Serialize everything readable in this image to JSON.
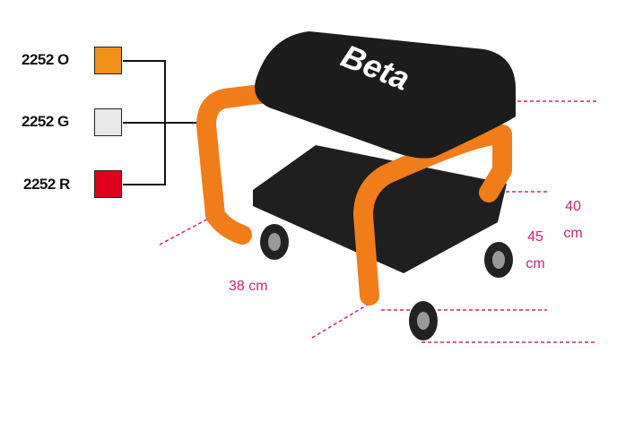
{
  "variants": [
    {
      "code": "2252 O",
      "color": "#f0901a"
    },
    {
      "code": "2252 G",
      "color": "#e8e8e8"
    },
    {
      "code": "2252 R",
      "color": "#e0001b"
    }
  ],
  "brand": "Beta",
  "dimensions": {
    "width": "38 cm",
    "depth_value": "45",
    "depth_unit": "cm",
    "height_value": "40",
    "height_unit": "cm"
  },
  "colors": {
    "frame": "#f07d1a",
    "seat": "#1c1c1c",
    "dimension": "#c8237a"
  }
}
